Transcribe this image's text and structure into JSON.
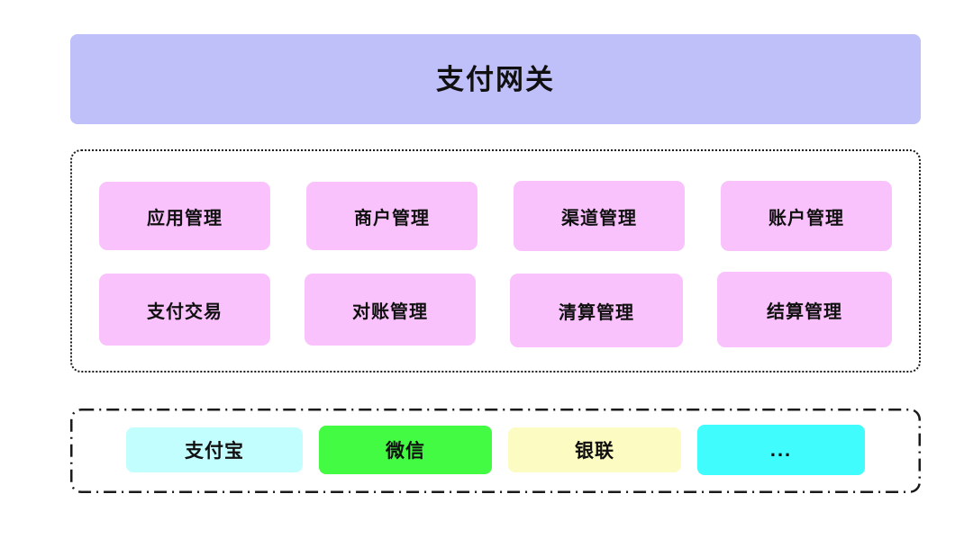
{
  "diagram": {
    "title": "支付网关",
    "colors": {
      "gateway_bg": "#bfbffa",
      "module_bg": "#fac2fc",
      "alipay_bg": "#c2fefd",
      "wechat_bg": "#42fb42",
      "unionpay_bg": "#fcfcc2",
      "more_bg": "#41fcfc",
      "border": "#1a1a1a",
      "text": "#101010",
      "background": "#ffffff"
    },
    "gateway": {
      "label": "支付网关"
    },
    "modules": {
      "rows": [
        {
          "items": [
            {
              "label": "应用管理"
            },
            {
              "label": "商户管理"
            },
            {
              "label": "渠道管理"
            },
            {
              "label": "账户管理"
            }
          ]
        },
        {
          "items": [
            {
              "label": "支付交易"
            },
            {
              "label": "对账管理"
            },
            {
              "label": "清算管理"
            },
            {
              "label": "结算管理"
            }
          ]
        }
      ]
    },
    "channels": {
      "items": [
        {
          "label": "支付宝"
        },
        {
          "label": "微信"
        },
        {
          "label": "银联"
        },
        {
          "label": "..."
        }
      ]
    }
  }
}
